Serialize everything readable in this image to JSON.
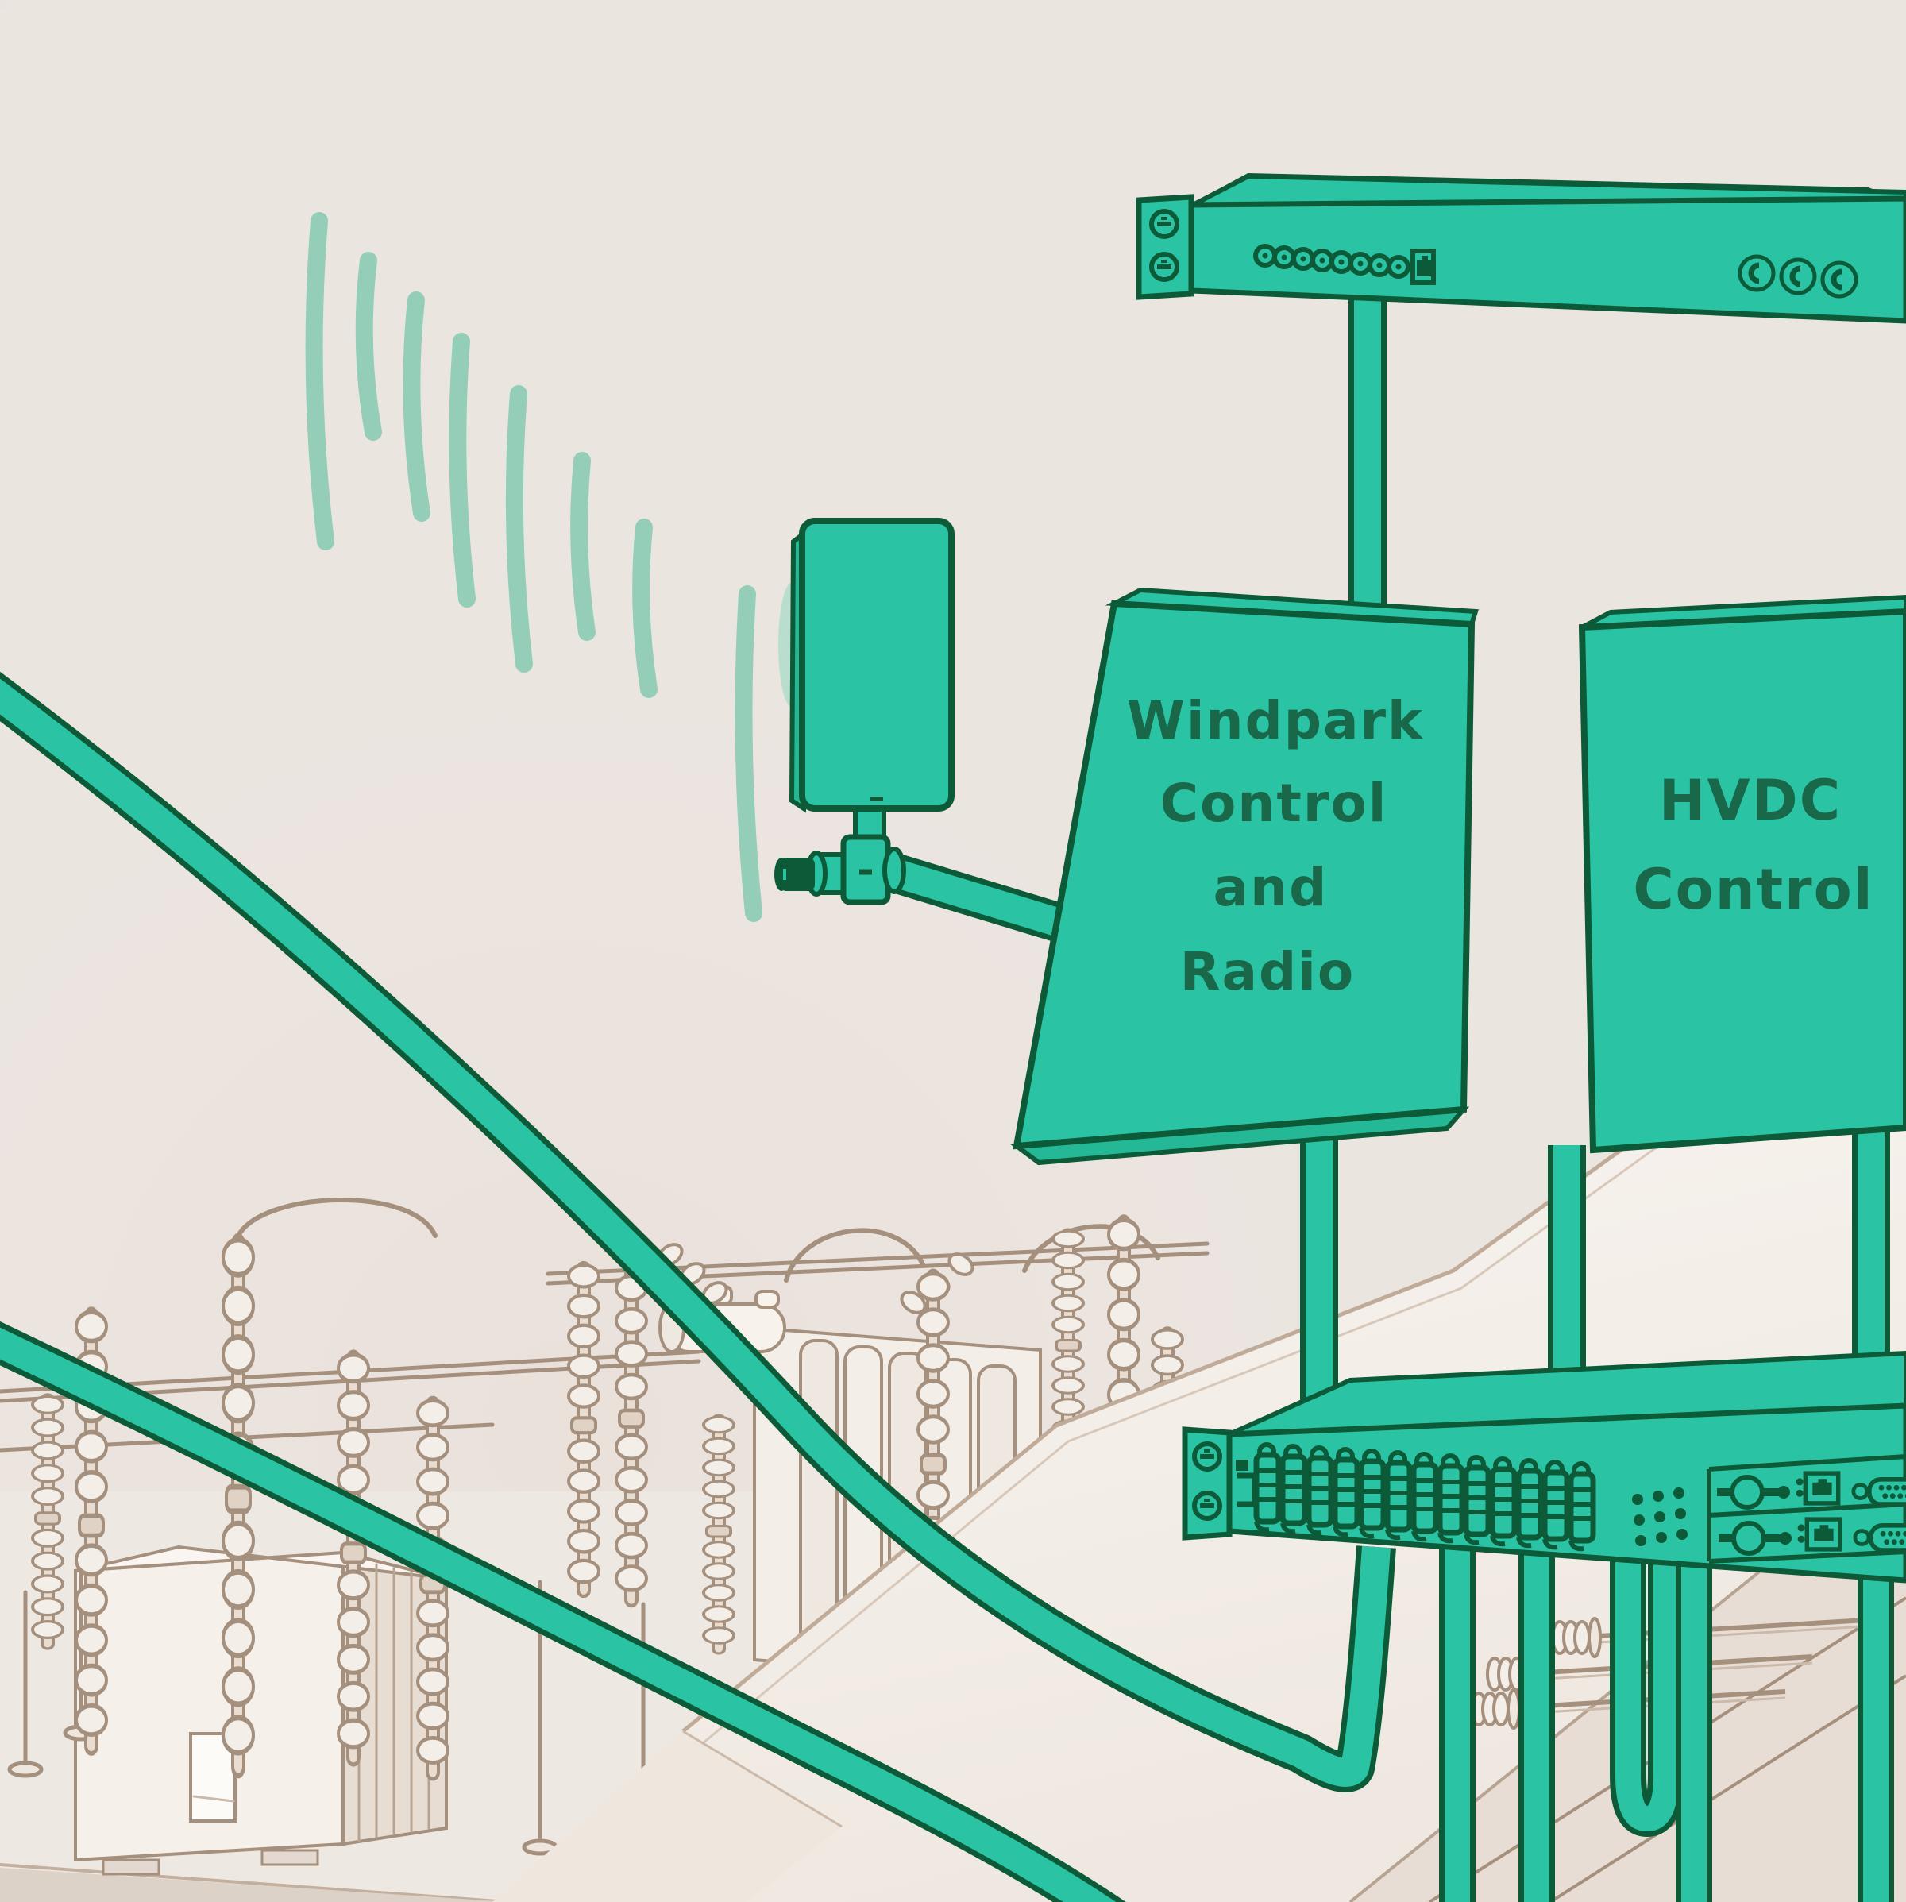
{
  "diagram": {
    "boxes": {
      "windpark": {
        "lines": [
          "Windpark",
          "Control",
          "and",
          "Radio"
        ]
      },
      "hvdc": {
        "lines": [
          "HVDC",
          "Control"
        ]
      }
    },
    "icons": [
      "wireless-waves-icon",
      "radio-antenna",
      "antenna-mount",
      "coax-connector",
      "rackmount-device",
      "mounting-bracket-screw",
      "round-port",
      "ethernet-port",
      "serial-db9-port",
      "terminal-block",
      "led-grid",
      "crescent-connector",
      "network-cable",
      "substation-transformer",
      "insulator-stack",
      "busbar",
      "concrete-plinth",
      "wall-bushing",
      "equipment-cabinet"
    ],
    "colors": {
      "teal": "#2ac3a4",
      "teal_dark_outline": "#0c5a38",
      "label_green": "#1a684a",
      "wave_teal": "#95ceb8",
      "radome_teal": "#b9decd",
      "background": "#ebe5e0",
      "sepia_line": "#a5907e",
      "sepia_fill": "#f4eee8",
      "plinth_white": "#f9f5f0"
    }
  }
}
